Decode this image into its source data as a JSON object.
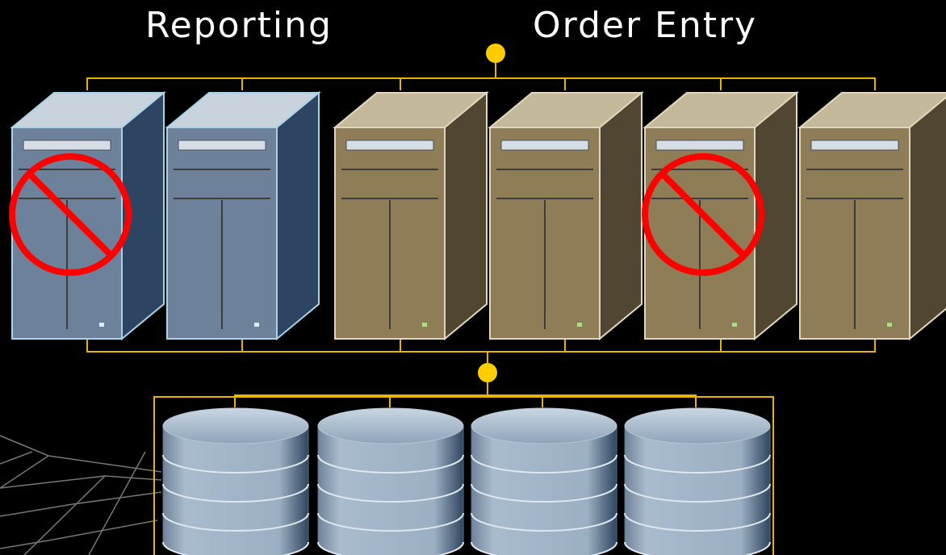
{
  "groups": [
    {
      "label": "Reporting",
      "server_count": 2,
      "color": "slate-blue",
      "blocked": [
        0
      ]
    },
    {
      "label": "Order Entry",
      "server_count": 4,
      "color": "khaki-tan",
      "blocked": [
        2
      ]
    }
  ],
  "storage": {
    "disk_count": 4
  },
  "colors": {
    "connector": "#e8b400",
    "node": "#ffcc00",
    "reporting_front": "#6e819a",
    "reporting_side": "#2d4562",
    "reporting_edge": "#a9d4e6",
    "order_front": "#8e7d57",
    "order_side": "#514631",
    "order_edge": "#e2d7bc",
    "blocked_symbol": "#ff0000",
    "disk": "#9fb1c6",
    "disk_dark": "#2e4660"
  },
  "icons": [
    "server-icon",
    "blocked-icon",
    "disk-icon",
    "connector-node-icon"
  ]
}
